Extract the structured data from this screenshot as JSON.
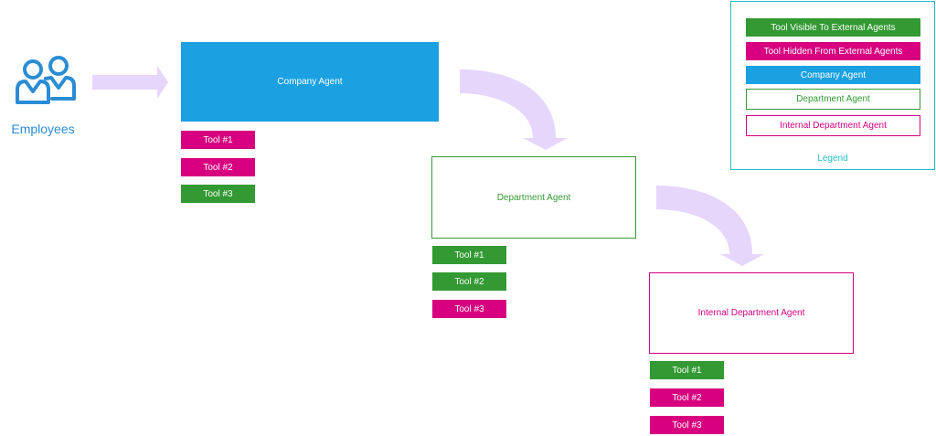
{
  "colors": {
    "visible": "#339933",
    "hidden": "#d7007f",
    "company": "#1ba1e2",
    "department": "#339933",
    "internal": "#d7007f",
    "arrow": "#e6d6fc",
    "legend_border": "#20c0c0",
    "people_icon": "#2a8dd4"
  },
  "employees": {
    "label": "Employees",
    "icon": "people-icon"
  },
  "company_agent": {
    "label": "Company Agent",
    "tools": [
      {
        "label": "Tool #1",
        "type": "hidden"
      },
      {
        "label": "Tool #2",
        "type": "hidden"
      },
      {
        "label": "Tool #3",
        "type": "visible"
      }
    ]
  },
  "department_agent": {
    "label": "Department Agent",
    "tools": [
      {
        "label": "Tool #1",
        "type": "visible"
      },
      {
        "label": "Tool #2",
        "type": "visible"
      },
      {
        "label": "Tool #3",
        "type": "hidden"
      }
    ]
  },
  "internal_agent": {
    "label": "Internal Department Agent",
    "tools": [
      {
        "label": "Tool #1",
        "type": "visible"
      },
      {
        "label": "Tool #2",
        "type": "hidden"
      },
      {
        "label": "Tool #3",
        "type": "hidden"
      }
    ]
  },
  "legend": {
    "title": "Legend",
    "items": [
      {
        "label": "Tool Visible To External Agents",
        "style": "visible"
      },
      {
        "label": "Tool Hidden From External Agents",
        "style": "hidden"
      },
      {
        "label": "Company Agent",
        "style": "company"
      },
      {
        "label": "Department Agent",
        "style": "department"
      },
      {
        "label": "Internal Department Agent",
        "style": "internal"
      }
    ]
  }
}
